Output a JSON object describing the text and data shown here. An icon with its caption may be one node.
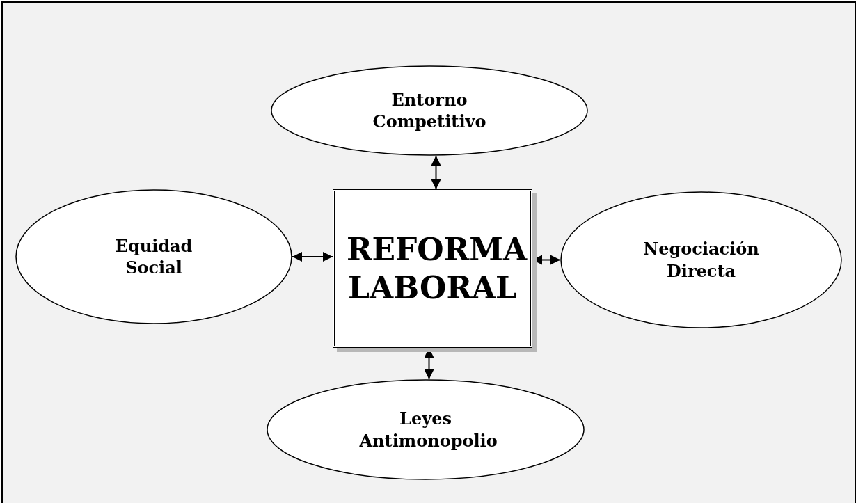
{
  "diagram": {
    "nodes": [
      {
        "text": [
          "Entorno Competitivo"
        ]
      },
      {
        "text": [
          "Equidad Social"
        ]
      },
      {
        "text": [
          "REFORMA LABORAL"
        ]
      },
      {
        "text": [
          "Negociación Directa"
        ]
      },
      {
        "text": [
          "Leyes Antimonopolio"
        ]
      }
    ],
    "edges": [
      {
        "from": 0,
        "to": 2,
        "arrow": "both"
      },
      {
        "from": 1,
        "to": 2,
        "arrow": "both"
      },
      {
        "from": 3,
        "to": 2,
        "arrow": "both"
      },
      {
        "from": 4,
        "to": 2,
        "arrow": "both"
      }
    ]
  }
}
